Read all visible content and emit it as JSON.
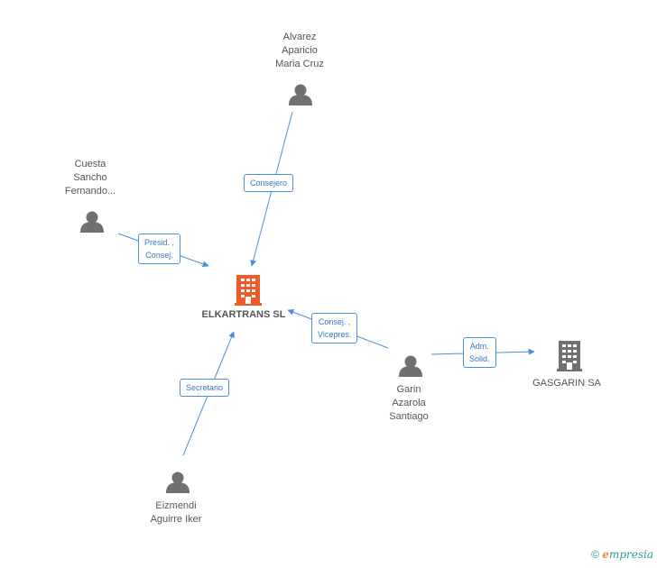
{
  "nodes": {
    "alvarez": {
      "lines": [
        "Alvarez",
        "Aparicio",
        "Maria Cruz"
      ]
    },
    "cuesta": {
      "lines": [
        "Cuesta",
        "Sancho",
        "Fernando..."
      ]
    },
    "elkartrans": {
      "name": "ELKARTRANS SL"
    },
    "garin": {
      "lines": [
        "Garin",
        "Azarola",
        "Santiago"
      ]
    },
    "gasgarin": {
      "name": "GASGARIN SA"
    },
    "eizmendi": {
      "lines": [
        "Eizmendi",
        "Aguirre Iker"
      ]
    }
  },
  "relations": {
    "consejero": {
      "lines": [
        "Consejero"
      ]
    },
    "presid": {
      "lines": [
        "Presid. ,",
        "Consej."
      ]
    },
    "consej_vicepres": {
      "lines": [
        "Consej. ,",
        "Vicepres."
      ]
    },
    "adm_solid": {
      "lines": [
        "Adm.",
        "Solid."
      ]
    },
    "secretario": {
      "lines": [
        "Secretario"
      ]
    }
  },
  "footer": {
    "copyright": "©",
    "brand_initial": "e",
    "brand_rest": "mpresia"
  },
  "colors": {
    "edge": "#4a90d9",
    "main_company": "#f05a28",
    "person": "#707070",
    "other_company": "#707070"
  }
}
